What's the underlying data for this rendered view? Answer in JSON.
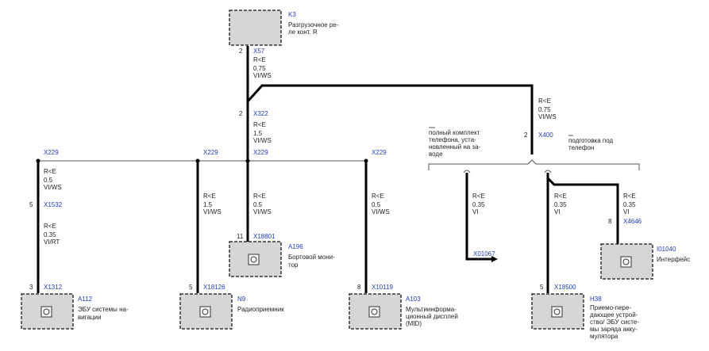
{
  "components": {
    "k3": {
      "id": "K3",
      "name_lines": [
        "Разгрузочное ре-",
        "ле конт. R"
      ]
    },
    "a112": {
      "id": "A112",
      "name_lines": [
        "ЭБУ системы на-",
        "вигации"
      ]
    },
    "n9": {
      "id": "N9",
      "name_lines": [
        "Радиоприемник"
      ]
    },
    "a196": {
      "id": "A196",
      "name_lines": [
        "Бортовой мони-",
        "тор"
      ]
    },
    "a103": {
      "id": "A103",
      "name_lines": [
        "Мультиинформа-",
        "ционный дисплей",
        "(MID)"
      ]
    },
    "i01040": {
      "id": "I01040",
      "name_lines": [
        "Интерфейс"
      ]
    },
    "h38": {
      "id": "H38",
      "name_lines": [
        "Приемо-пере-",
        "дающее устрой-",
        "ство/ ЭБУ систе-",
        "мы заряда акку-",
        "мулятора"
      ]
    }
  },
  "pins": {
    "k3": "2",
    "x322": "2",
    "x400": "2",
    "x1532": "5",
    "a196": "11",
    "a112": "3",
    "n9": "5",
    "a103": "8",
    "h38": "5",
    "x4646": "8"
  },
  "connectors": {
    "x57": "X57",
    "x322": "X322",
    "x400": "X400",
    "x229_a": "X229",
    "x229_b": "X229",
    "x229_c": "X229",
    "x229_d": "X229",
    "x1532": "X1532",
    "x18801": "X18801",
    "x1312": "X1312",
    "x18126": "X18126",
    "x10119": "X10119",
    "x01067": "X01067",
    "x18500": "X18500",
    "x4646": "X4646"
  },
  "wires": {
    "k3_x322": [
      "R<E",
      "0.75",
      "VI/WS"
    ],
    "x322_down": [
      "R<E",
      "1.5",
      "VI/WS"
    ],
    "x400_top": [
      "R<E",
      "0.75",
      "VI/WS"
    ],
    "a112_top": [
      "R<E",
      "0.5",
      "VI/WS"
    ],
    "a112_bot": [
      "R<E",
      "0.35",
      "VI/RT"
    ],
    "n9": [
      "R<E",
      "1.5",
      "VI/WS"
    ],
    "a196": [
      "R<E",
      "0.5",
      "VI/WS"
    ],
    "a103": [
      "R<E",
      "0.5",
      "VI/WS"
    ],
    "x01067": [
      "R<E",
      "0.35",
      "VI"
    ],
    "h38": [
      "R<E",
      "0.35",
      "VI"
    ],
    "i01040": [
      "R<E",
      "0.35",
      "VI"
    ]
  },
  "notes": {
    "full_kit": [
      "полный комплект",
      "телефона, уста-",
      "новленный на за-",
      "воде"
    ],
    "prep": [
      "подготовка под",
      "телефон"
    ]
  },
  "colors": {
    "wire": "#000000",
    "label_blue": "#1f3fb0",
    "box_fill": "#d6d6d6"
  }
}
